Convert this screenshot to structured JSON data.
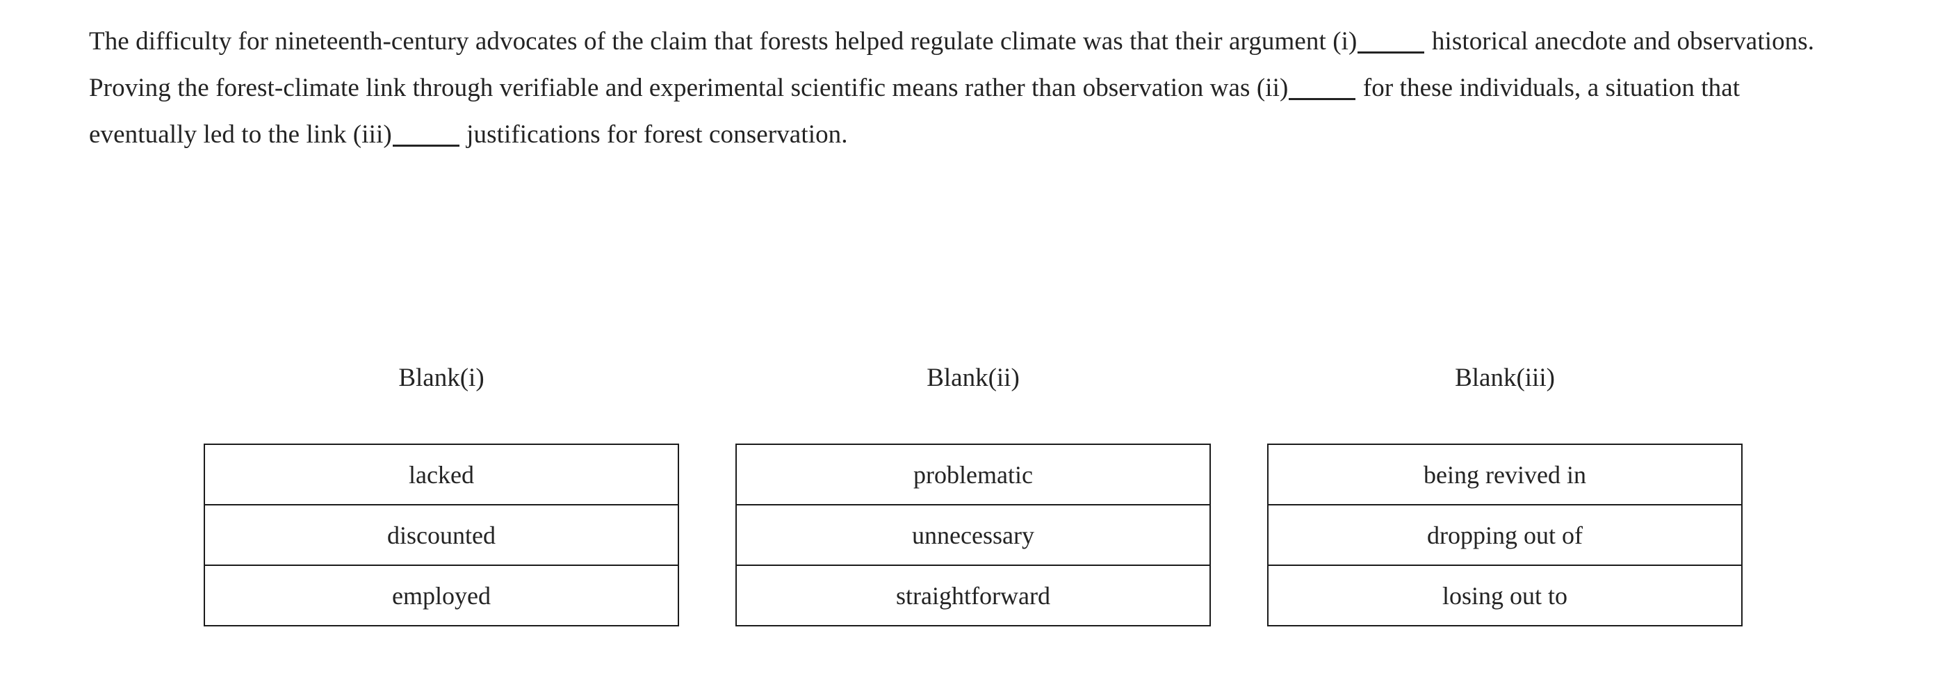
{
  "passage": {
    "segments": [
      {
        "type": "text",
        "value": "The difficulty for nineteenth-century advocates of the claim that forests helped regulate climate was that their argument (i)"
      },
      {
        "type": "blank",
        "value": "_____"
      },
      {
        "type": "text",
        "value": " historical anecdote and observations. Proving the forest-climate link through verifiable and experimental scientific means rather than observation was (ii)"
      },
      {
        "type": "blank",
        "value": "_____"
      },
      {
        "type": "text",
        "value": " for these individuals, a situation that eventually led to the link (iii)"
      },
      {
        "type": "blank",
        "value": "_____"
      },
      {
        "type": "text",
        "value": " justifications for forest conservation."
      }
    ],
    "full_text": "The difficulty for nineteenth-century advocates of the claim that forests helped regulate climate was that their argument (i)_____ historical anecdote and observations. Proving the forest-climate link through verifiable and experimental scientific means rather than observation was (ii)_____ for these individuals, a situation that eventually led to the link (iii)_____ justifications for forest conservation."
  },
  "blank_columns": [
    {
      "header": "Blank(i)",
      "options": [
        "lacked",
        "discounted",
        "employed"
      ]
    },
    {
      "header": "Blank(ii)",
      "options": [
        "problematic",
        "unnecessary",
        "straightforward"
      ]
    },
    {
      "header": "Blank(iii)",
      "options": [
        "being revived in",
        "dropping out of",
        "losing out to"
      ]
    }
  ],
  "colors": {
    "text": "#232323",
    "border": "#1c1c1c",
    "background": "#ffffff"
  }
}
